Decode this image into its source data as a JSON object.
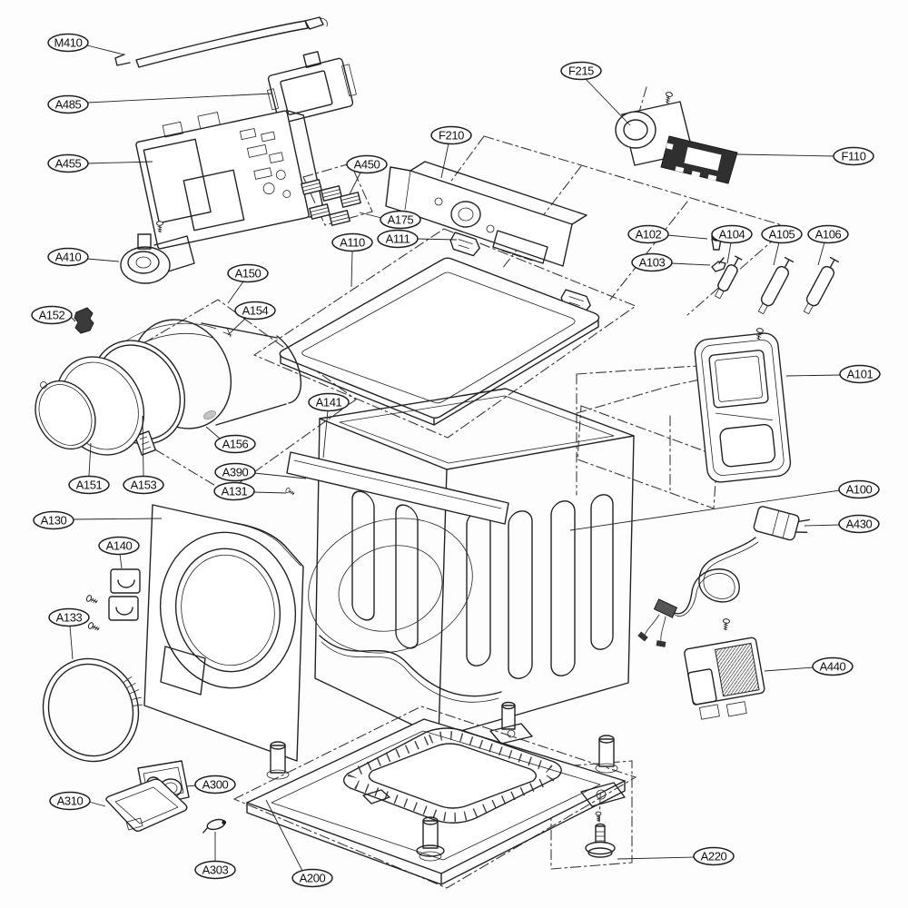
{
  "diagram": {
    "kind": "exploded-parts-diagram",
    "subject": "front-load washing machine",
    "background": "#fdfdfd",
    "line_color": "#232323",
    "labels": {
      "M410": "M410",
      "A485": "A485",
      "A455": "A455",
      "A450": "A450",
      "A175": "A175",
      "A410": "A410",
      "A110": "A110",
      "A111": "A111",
      "F210": "F210",
      "F215": "F215",
      "F110": "F110",
      "A102": "A102",
      "A103": "A103",
      "A104": "A104",
      "A105": "A105",
      "A106": "A106",
      "A101": "A101",
      "A150": "A150",
      "A152": "A152",
      "A154": "A154",
      "A156": "A156",
      "A390": "A390",
      "A131": "A131",
      "A151": "A151",
      "A153": "A153",
      "A141": "A141",
      "A130": "A130",
      "A140": "A140",
      "A133": "A133",
      "A100": "A100",
      "A430": "A430",
      "A440": "A440",
      "A310": "A310",
      "A300": "A300",
      "A303": "A303",
      "A200": "A200",
      "A220": "A220"
    }
  }
}
